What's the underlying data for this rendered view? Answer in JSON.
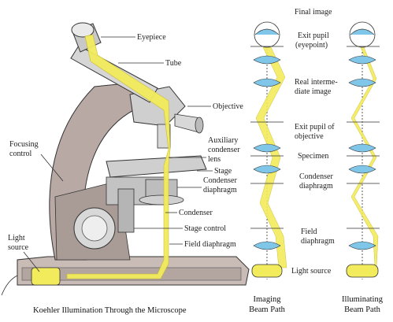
{
  "microscope_labels": {
    "eyepiece": "Eyepiece",
    "tube": "Tube",
    "objective": "Objective",
    "focusing_control": [
      "Focusing",
      "control"
    ],
    "auxiliary_condenser_lens": [
      "Auxiliary",
      "condenser",
      "lens"
    ],
    "stage": "Stage",
    "condenser_diaphragm": [
      "Condenser",
      "diaphragm"
    ],
    "condenser": "Condenser",
    "stage_control": "Stage control",
    "light_source": [
      "Light",
      "source"
    ],
    "field_diaphragm": "Field diaphragm"
  },
  "ray_labels": {
    "final_image": "Final image",
    "exit_pupil_eyepoint": [
      "Exit pupil",
      "(eyepoint)"
    ],
    "real_intermediate_image": [
      "Real interme-",
      "diate image"
    ],
    "exit_pupil_objective": [
      "Exit pupil of",
      "objective"
    ],
    "specimen": "Specimen",
    "condenser_diaphragm": [
      "Condenser",
      "diaphragm"
    ],
    "field_diaphragm": [
      "Field",
      "diaphragm"
    ],
    "light_source": "Light source"
  },
  "captions": {
    "main": "Koehler Illumination Through the Microscope",
    "imaging": [
      "Imaging",
      "Beam Path"
    ],
    "illuminating": [
      "Illuminating",
      "Beam Path"
    ]
  },
  "colors": {
    "light": "#f2ec5c",
    "lens": "#7fc6e8",
    "body": "#b8a9a4",
    "metal": "#d4d4d4",
    "outline": "#333333"
  }
}
